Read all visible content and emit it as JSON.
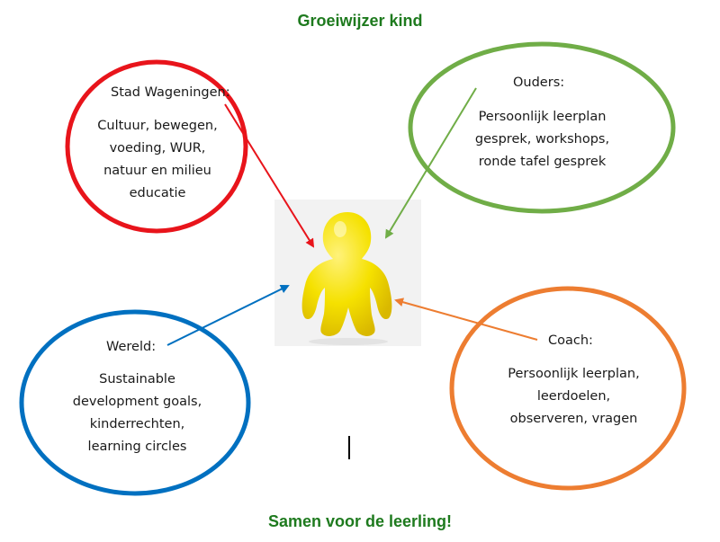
{
  "colors": {
    "title": "#1e7a1e",
    "stad": "#e8141b",
    "ouders": "#70ad47",
    "wereld": "#0070c0",
    "coach": "#ed7d31",
    "figure": "#f5e100"
  },
  "diagram": {
    "title_top": "Groeiwijzer kind",
    "title_bottom": "Samen voor de leerling!",
    "nodes": {
      "stad": {
        "heading": "Stad Wageningen:",
        "lines": [
          "Cultuur, bewegen,",
          "voeding, WUR,",
          "natuur en milieu",
          "educatie"
        ]
      },
      "ouders": {
        "heading": "Ouders:",
        "lines": [
          "Persoonlijk leerplan",
          "gesprek, workshops,",
          "ronde tafel gesprek"
        ]
      },
      "wereld": {
        "heading": "Wereld:",
        "lines": [
          "Sustainable",
          "development goals,",
          "kinderrechten,",
          "learning circles"
        ]
      },
      "coach": {
        "heading": "Coach:",
        "lines": [
          "Persoonlijk leerplan,",
          "leerdoelen,",
          "observeren, vragen"
        ]
      }
    }
  }
}
